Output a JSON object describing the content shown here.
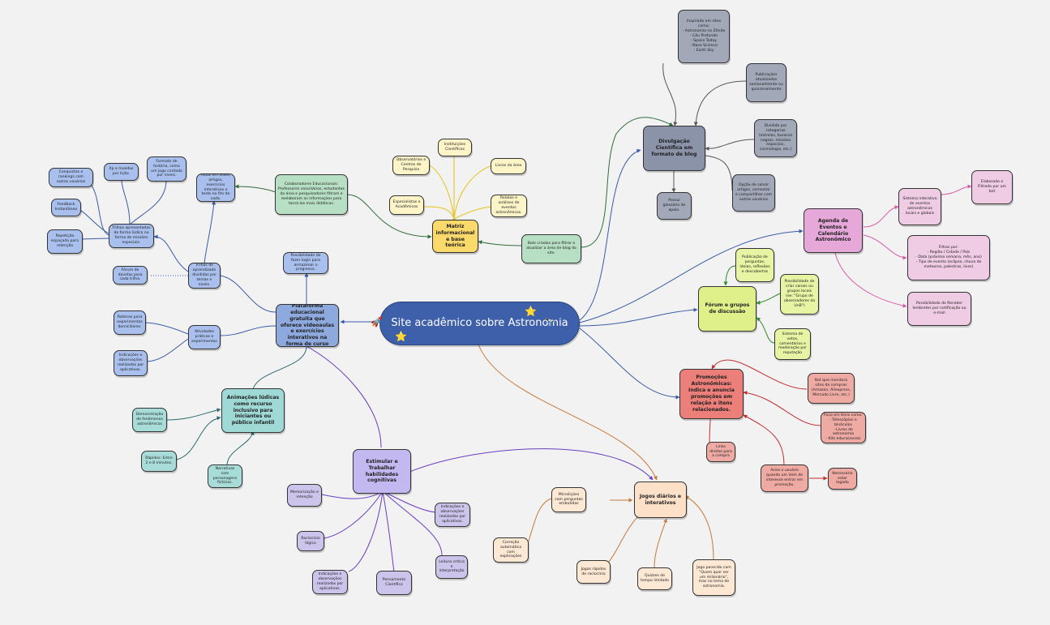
{
  "central": {
    "title": "Site acadêmico sobre Astronomia"
  },
  "plataforma": {
    "hub": "Plataforma educacional gratuita que oferece videoaulas e exercícios interativos na forma de curso",
    "login": "Possibilidade de fazer login para armazenar o progresso.",
    "trilhas": "Trilhas de aprendizado divididas por temas e níveis.",
    "aulas": "Aulas em vídeo, artigos, exercícios interativos e teste no fim de cada.",
    "missoes": "Trilhas apresentadas de forma lúdica na forma de missões especiais.",
    "conquistas": "Conquistas e rankings com outros usuários",
    "xp": "Xp e moedas por lição.",
    "historia": "Formato de história, como um jogo contado por níveis.",
    "feedback": "Feedback Instantâneo",
    "repeticao": "Repetição espaçada para retenção",
    "forum_trilha": "Fórum de dúvidas para cada trilha.",
    "atividades": "Atividades práticas e experimentos",
    "roteiros": "Roteiros para experimentos domiciliares.",
    "indicacoes": "Indicações e observações realizadas por aplicativos."
  },
  "colaboradores": {
    "text": "Colaboradores Educacionais: Professores voluntários, estudantes da área e pesquisadores filtram e reelaboram as informações para torná-las mais didáticas."
  },
  "animacoes": {
    "hub": "Animações lúdicas como recurso inclusivo para iniciantes ou público infantil",
    "demonstracao": "Demonstração de fenômenos astronômicos",
    "rapidos": "Rápidos: Entre 2 e 8 minutos.",
    "narrativas": "Narrativas com personagens fictícios."
  },
  "estimular": {
    "hub": "Estimular e Trabalhar habilidades cognitivas",
    "memorizacao": "Memorização e retenção",
    "raciocinio": "Raciocínio lógico",
    "indicacoes": "Indicações e observações realizadas por aplicativos.",
    "pensamento": "Pensamento Científico",
    "leitura": "Leitura crítica e interpretação",
    "indicacoes2": "Indicações e observações realizadas por aplicativos."
  },
  "matriz": {
    "hub": "Matriz informacional e base teórica",
    "instituicoes": "Instituições Científicas",
    "observatorios": "Observatórios e Centros de Pesquisa",
    "livros": "Livros da área",
    "especialistas": "Especialistas e Acadêmicos",
    "relatos": "Relatos e análises de eventos astronômicos.",
    "bots": "Bots criados para filtrar e atualizar a área de blog do site."
  },
  "divulgacao": {
    "hub": "Divulgação Científica em formato de blog",
    "inspirado": "Inspirado em sites como:\n- Astronomia no Zênite\n- Céu Profundo\n- Space Today\n- Nasa Science\n- Earth Sky",
    "publicacoes": "Publicações atualizadas semanalmente ou quinzenalmente",
    "dividido": "Dividido por categorias (estrelas, buracos negros, missões espaciais, cosmologia, etc.)",
    "opcao": "Opção de salvar artigos, comentar e compartilhar com outros usuários",
    "glossario": "Possui glossário de apoio."
  },
  "agenda": {
    "hub": "Agenda de Eventos e Calendário Astronômico",
    "sistema": "Sistema interativo de eventos astronômicos locais e globais",
    "elaborado": "Elaborado e Filtrado por um bot",
    "filtros": "Filtros por:\n- Região / Cidade / País\n- Data (próxima semana, mês, ano)\n- Tipo de evento (eclipse, chuva de meteoros, palestras, lives)",
    "lembretes": "Possibilidade de Receber lembretes por notificação ou e-mail"
  },
  "forum": {
    "hub": "Fórum e grupos de discussão",
    "publicacao": "Publicação de perguntas, ideias, reflexões e descobertas",
    "canais": "Possibilidade de criar canais ou grupos locais (ex: \"Grupo de observadores da UnB\")",
    "votos": "Sistema de votos, comentários e moderação por reputação"
  },
  "promocoes": {
    "hub": "Promoções Astronômicas: Indica e anuncia promoções em relação a itens relacionados.",
    "bot": "Bot que monitora sites de compras (Amazon, Aliexpress, Mercado Livre, etc.)",
    "foco": "Foco em itens como:\n- Telescópios e binóculos\n- Livros de astronomia\n- Kits educacionais",
    "links": "Links diretos para a compra",
    "aviso": "Aviso o usuário quando um item de interesse entrar em promoção.",
    "necessario": "Necessário estar logado"
  },
  "jogos": {
    "hub": "Jogos diários e interativos",
    "microlicoes": "Microlições com perguntas embutidas",
    "correcao": "Correção automática com explicações",
    "rapidos": "Jogos rápidos de raciocínio",
    "quizzes": "Quizzes de tempo limitado",
    "parecido": "Jogo parecido com \"Quem quer ser um milionário\", mas no tema de astronomia."
  },
  "icons": {
    "rocket": "rocket-icon",
    "star": "star-icon",
    "telescope": "telescope-icon"
  }
}
